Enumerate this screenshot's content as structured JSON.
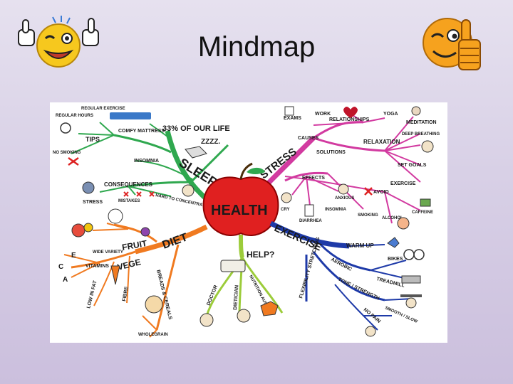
{
  "slide": {
    "title": "Mindmap"
  },
  "colors": {
    "center": "#e02020",
    "sleep": "#2fa84f",
    "stress": "#d23aa0",
    "diet": "#f07a20",
    "exercise": "#1e3aa8",
    "help": "#9ccc3a",
    "background_top": "#e6e1ef",
    "background_bottom": "#cbbfdd"
  },
  "icons": {
    "left": "thumbs-up-winking-smiley-icon",
    "right": "winking-thumbs-up-smiley-icon"
  },
  "mindmap": {
    "center": "HEALTH",
    "branches": {
      "sleep": {
        "label": "SLEEP",
        "percent": "33% OF OUR LIFE",
        "zzz": "ZZZZ.",
        "tips": "TIPS",
        "regular_exercise": "REGULAR EXERCISE",
        "regular_hours": "REGULAR HOURS",
        "no_smoking": "NO SMOKING",
        "comfy_mattress": "COMFY MATTRESS",
        "insomnia": "INSOMNIA",
        "consequences": "CONSEQUENCES",
        "stress": "STRESS",
        "mistakes": "MISTAKES",
        "hard_to_concentrate": "HARD TO CONCENTRATE"
      },
      "stress": {
        "label": "STRESS",
        "exams": "EXAMS",
        "work": "WORK",
        "relationships": "RELATIONSHIPS",
        "yoga": "YOGA",
        "meditation": "MEDITATION",
        "causes": "CAUSES",
        "deep_breathing": "DEEP BREATHING",
        "relaxation": "RELAXATION",
        "solutions": "SOLUTIONS",
        "set_goals": "SET GOALS",
        "effects": "EFFECTS",
        "exercise": "EXERCISE",
        "avoid": "AVOID",
        "anxious": "ANXIOUS",
        "cry": "CRY",
        "insomnia": "INSOMNIA",
        "smoking": "SMOKING",
        "alcohol": "ALCOHOL",
        "caffeine": "CAFFEINE",
        "diarrhea": "DIARRHEA"
      },
      "diet": {
        "label": "DIET",
        "fruit": "FRUIT",
        "wide_variety": "WIDE VARIETY",
        "vege": "VEGE",
        "vitamins": "VITAMINS",
        "vit_e": "E",
        "vit_c": "C",
        "vit_a": "A",
        "low_in_fat": "LOW IN FAT",
        "fibre": "FIBRE",
        "breads_cereals": "BREADS & CEREALS",
        "wholegrain": "WHOLEGRAIN"
      },
      "exercise": {
        "label": "EXERCISE",
        "warm_up": "WARM UP",
        "aerobic": "AEROBIC",
        "bikes": "BIKES",
        "treadmill": "TREADMILL",
        "tone_strength": "TONE / STRENGTH",
        "flexibility_stretching": "FLEXIBILITY STRETCHING",
        "no_pain": "NO PAIN",
        "smooth_slow": "SMOOTH / SLOW"
      },
      "help": {
        "label": "HELP?",
        "doctor": "DOCTOR",
        "dietician": "DIETICIAN",
        "nutrition_aust": "NUTRITION AUST"
      }
    }
  }
}
